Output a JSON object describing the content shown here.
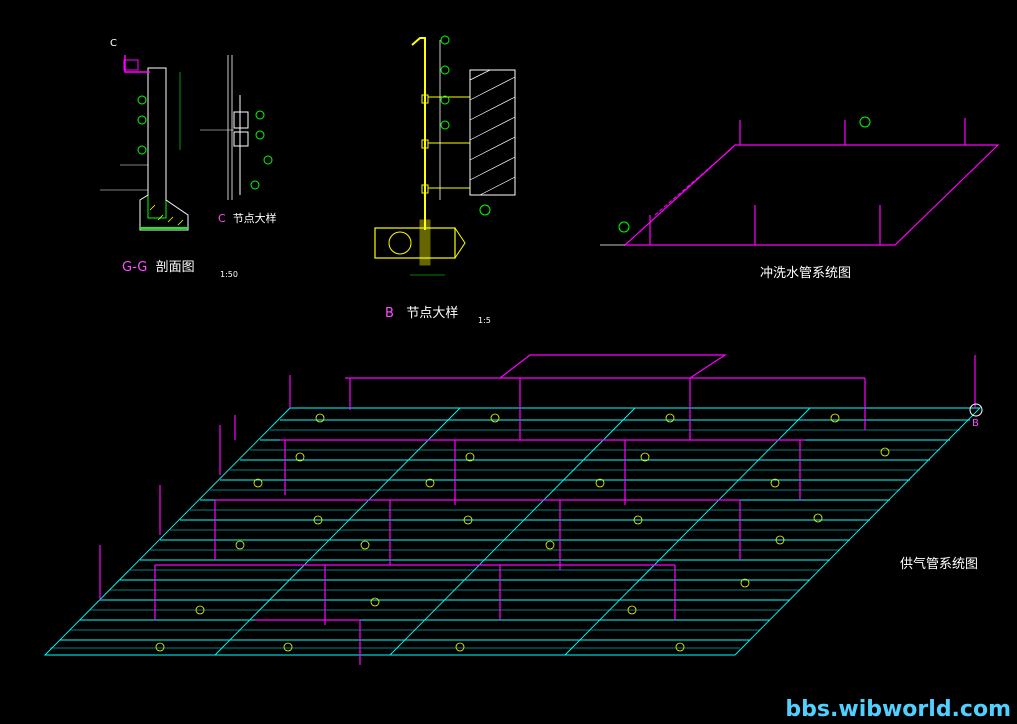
{
  "drawings": {
    "section_gg": {
      "mark": "G-G",
      "title": "剖面图",
      "scale": "1:50",
      "callout": "C"
    },
    "detail_c": {
      "mark": "C",
      "title": "节点大样"
    },
    "detail_b": {
      "mark": "B",
      "title": "节点大样",
      "scale": "1:5"
    },
    "flush_system": {
      "title": "冲洗水管系统图"
    },
    "supply_system": {
      "title": "供气管系统图",
      "callout": "B"
    }
  },
  "watermark": "bbs.wibworld.com",
  "colors": {
    "background": "#000000",
    "grid_cyan": "#00ffff",
    "pipe_magenta": "#ff00ff",
    "detail_yellow": "#ffff00",
    "dim_green": "#00ff00",
    "text_white": "#ffffff",
    "watermark_blue": "#4fd0ff"
  }
}
